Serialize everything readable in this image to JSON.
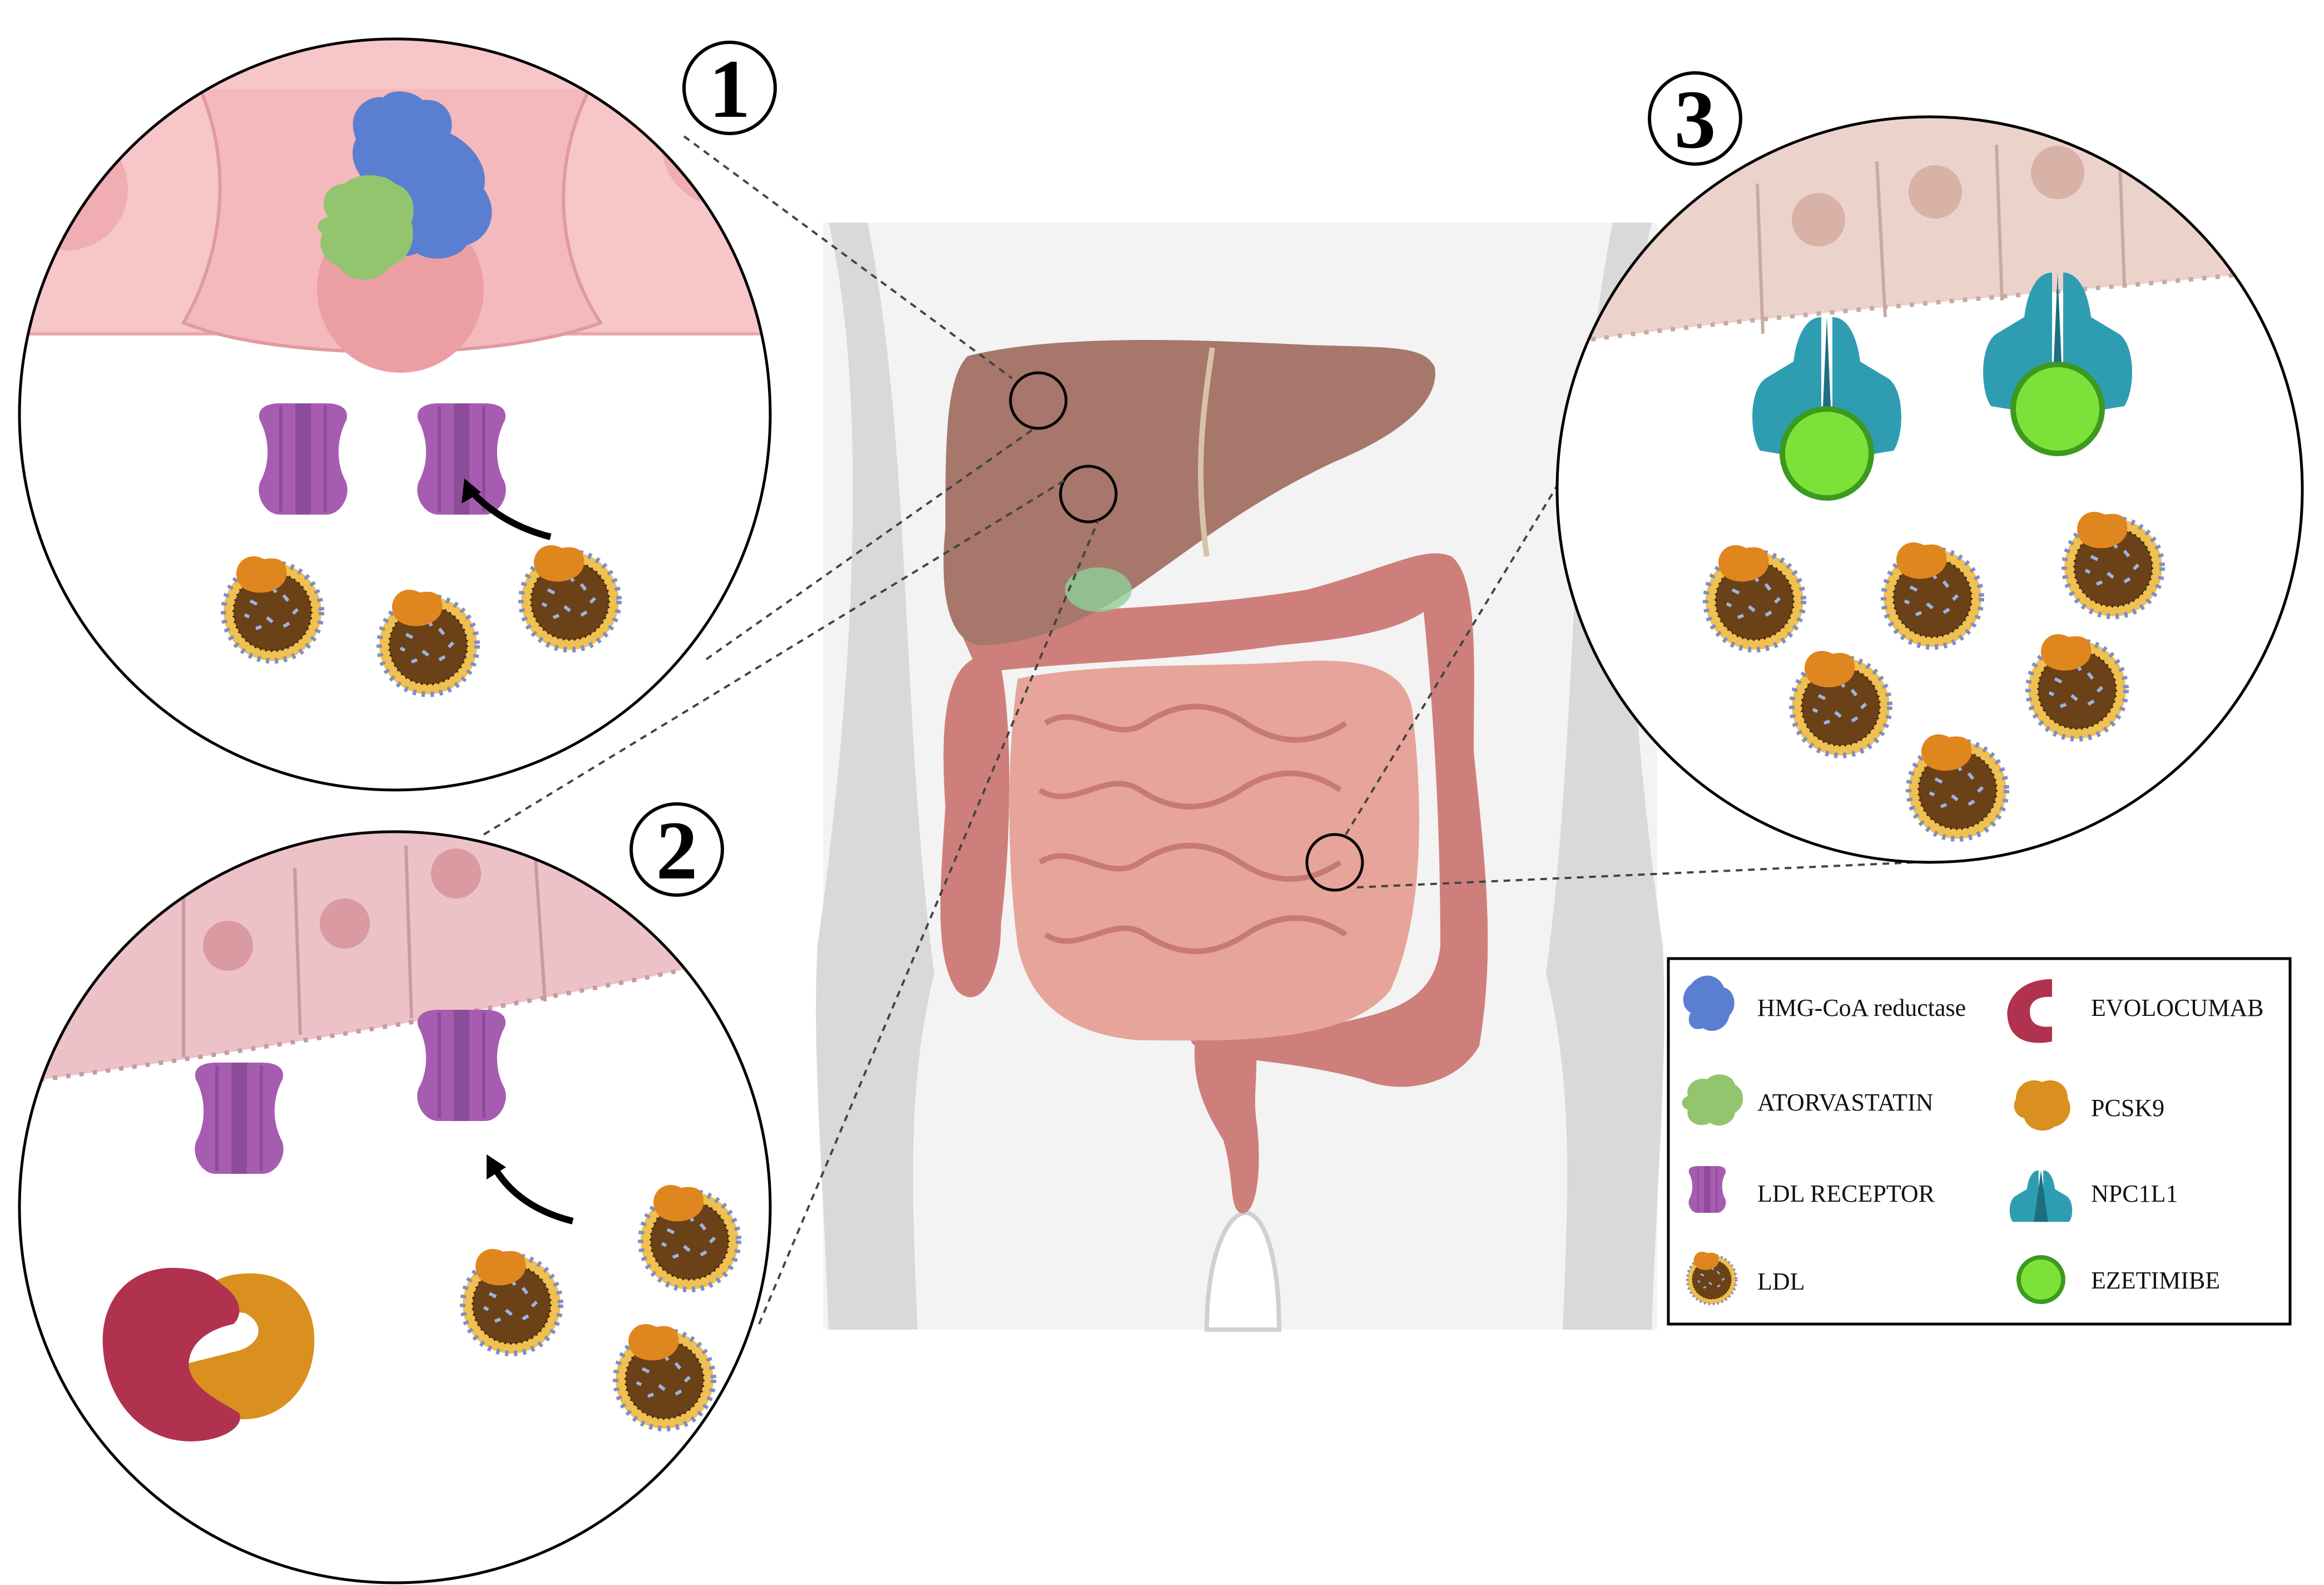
{
  "panels": [
    {
      "number": "1"
    },
    {
      "number": "2"
    },
    {
      "number": "3"
    }
  ],
  "legend": {
    "items": [
      {
        "label": "HMG-CoA reductase",
        "icon": "hmg-coa-reductase-icon",
        "color": "#5b7fd0"
      },
      {
        "label": "EVOLOCUMAB",
        "icon": "evolocumab-icon",
        "color": "#b0324e"
      },
      {
        "label": "ATORVASTATIN",
        "icon": "atorvastatin-icon",
        "color": "#93c46e"
      },
      {
        "label": "PCSK9",
        "icon": "pcsk9-icon",
        "color": "#d9901e"
      },
      {
        "label": "LDL RECEPTOR",
        "icon": "ldl-receptor-icon",
        "color": "#a65cb0"
      },
      {
        "label": "NPC1L1",
        "icon": "npc1l1-icon",
        "color": "#2e9db2"
      },
      {
        "label": "LDL",
        "icon": "ldl-icon",
        "color": "#7a4a1c"
      },
      {
        "label": "EZETIMIBE",
        "icon": "ezetimibe-icon",
        "color": "#7ce23a"
      }
    ]
  },
  "colors": {
    "liver": "#a7776c",
    "intestine": "#cf7f7b",
    "small_intestine": "#e6a49a",
    "hepatocyte": "#f6c6c8",
    "enterocyte_panel2": "#ecc2c8",
    "enterocyte_panel3": "#ebd3cc",
    "body_silhouette": "#d9d9d9"
  }
}
